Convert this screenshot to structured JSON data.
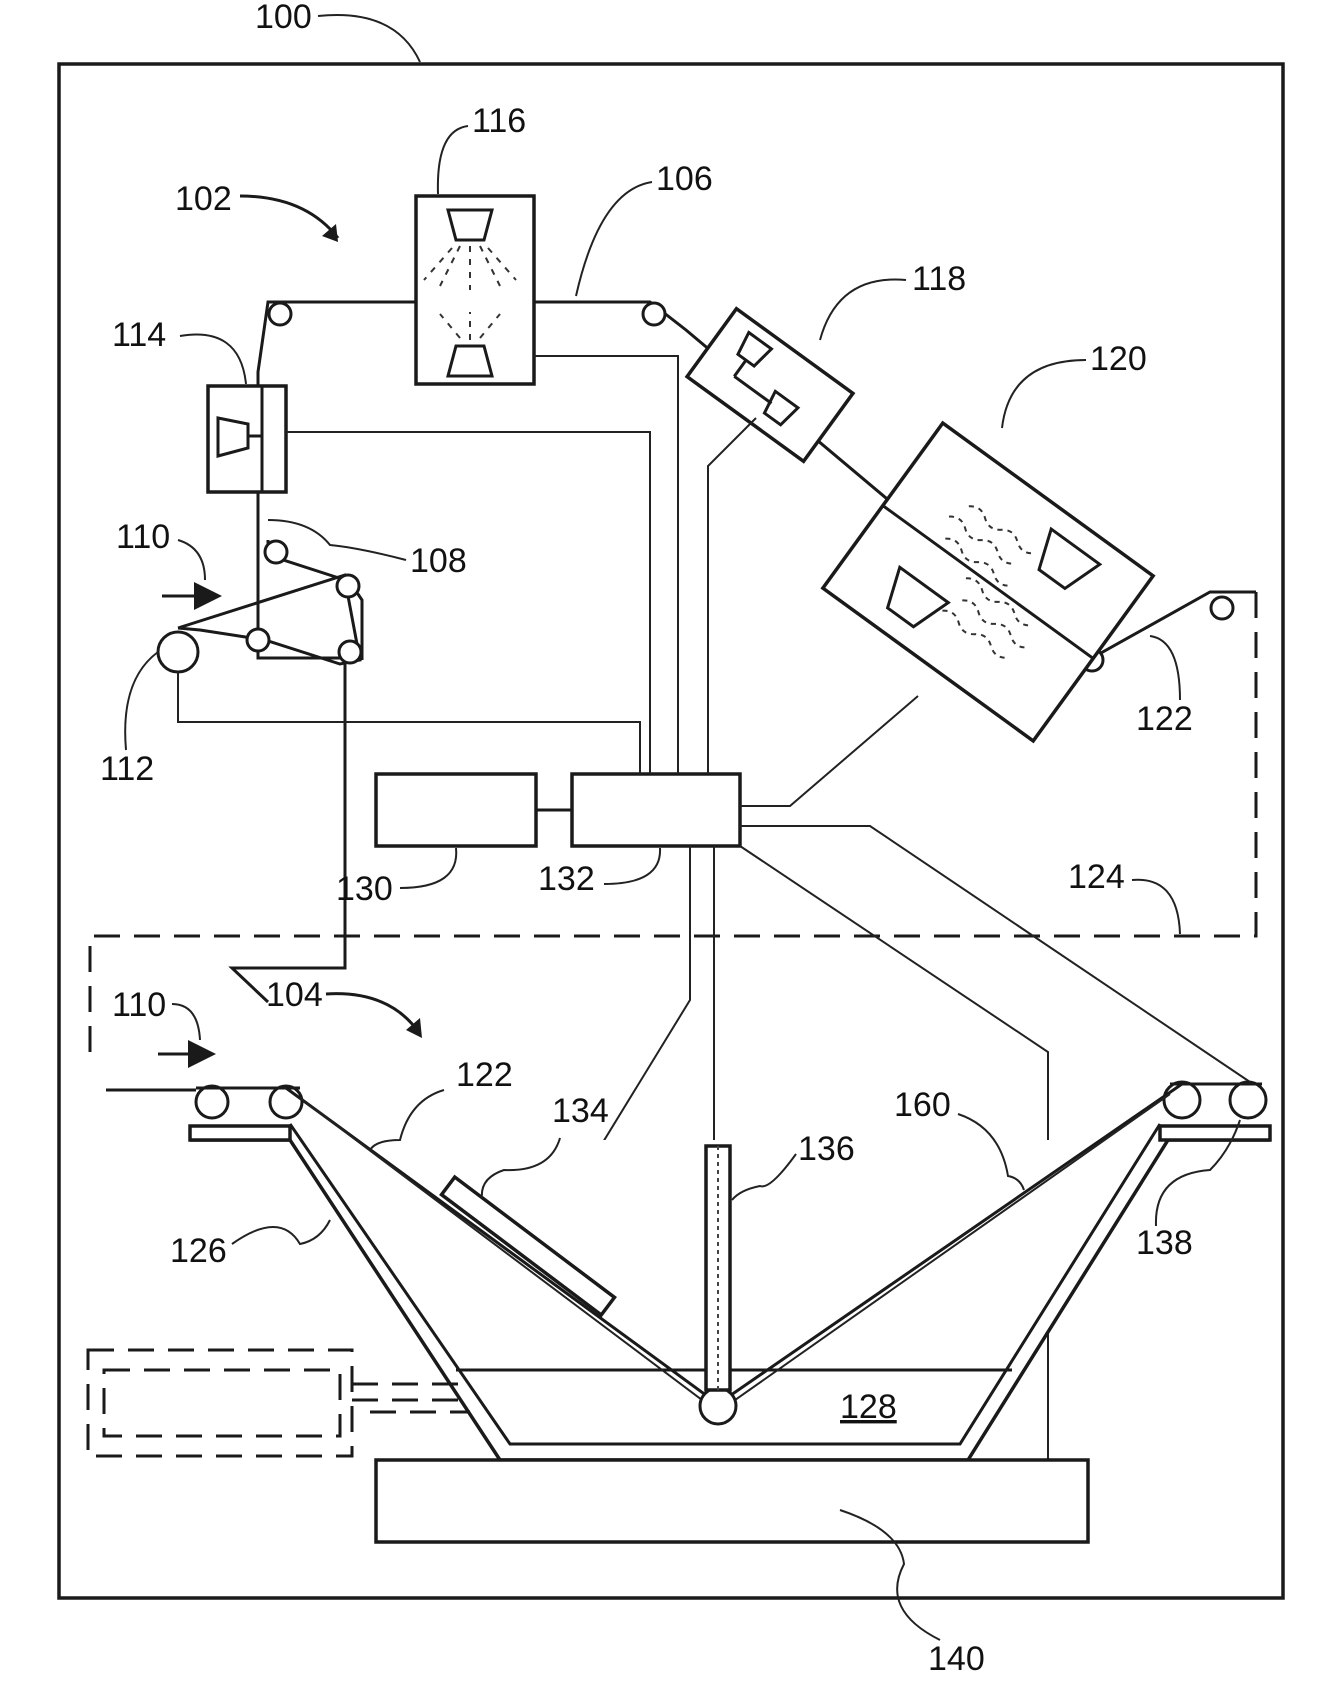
{
  "labels": {
    "system": "100",
    "first_stage": "102",
    "second_stage": "104",
    "web_path": "106",
    "web_in": "108",
    "feed_top": "110",
    "feed_bottom": "110",
    "supply_roll": "112",
    "module_114": "114",
    "module_116": "116",
    "module_118": "118",
    "module_120": "120",
    "output_top": "122",
    "output_bottom": "122",
    "boundary": "124",
    "tank": "126",
    "bath": "128",
    "controller_a": "130",
    "controller_b": "132",
    "plate": "134",
    "probe": "136",
    "rollers": "138",
    "base": "140",
    "strip": "160"
  }
}
